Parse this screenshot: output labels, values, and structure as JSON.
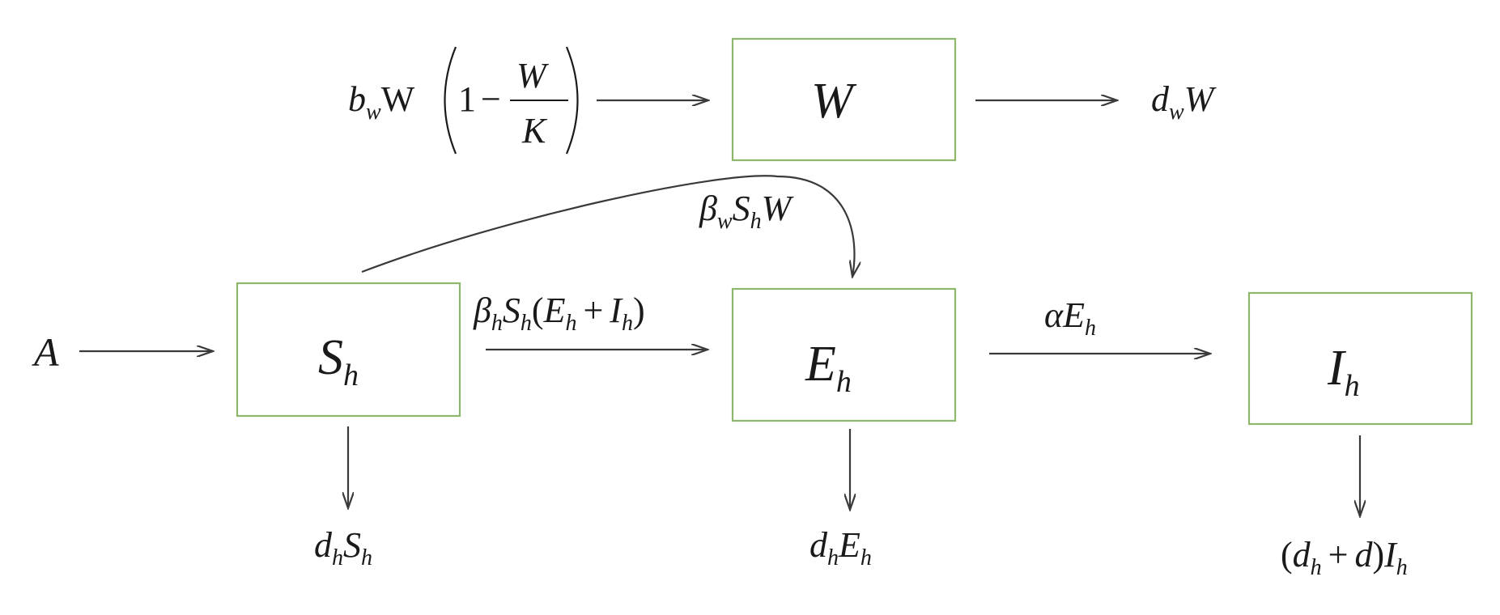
{
  "compartments": {
    "W": "W",
    "S": {
      "base": "S",
      "sub": "h"
    },
    "E": {
      "base": "E",
      "sub": "h"
    },
    "I": {
      "base": "I",
      "sub": "h"
    }
  },
  "labels": {
    "recruitment": "A",
    "birth_w": {
      "b": "b",
      "b_sub": "w",
      "W": "W",
      "one": "1",
      "minus": "−",
      "num": "W",
      "den": "K"
    },
    "death_w": {
      "d": "d",
      "d_sub": "w",
      "W": "W"
    },
    "infection_w": {
      "beta": "β",
      "beta_sub": "w",
      "S": "S",
      "S_sub": "h",
      "W": "W"
    },
    "infection_h": {
      "beta": "β",
      "beta_sub": "h",
      "S": "S",
      "S_sub": "h",
      "open": "(",
      "E": "E",
      "E_sub": "h",
      "plus": "+",
      "I": "I",
      "I_sub": "h",
      "close": ")"
    },
    "progression": {
      "alpha": "α",
      "E": "E",
      "E_sub": "h"
    },
    "death_s": {
      "d": "d",
      "d_sub": "h",
      "S": "S",
      "S_sub": "h"
    },
    "death_e": {
      "d": "d",
      "d_sub": "h",
      "E": "E",
      "E_sub": "h"
    },
    "death_i": {
      "open": "(",
      "d": "d",
      "d_sub": "h",
      "plus": "+",
      "d2": "d",
      "close": ")",
      "I": "I",
      "I_sub": "h"
    }
  }
}
